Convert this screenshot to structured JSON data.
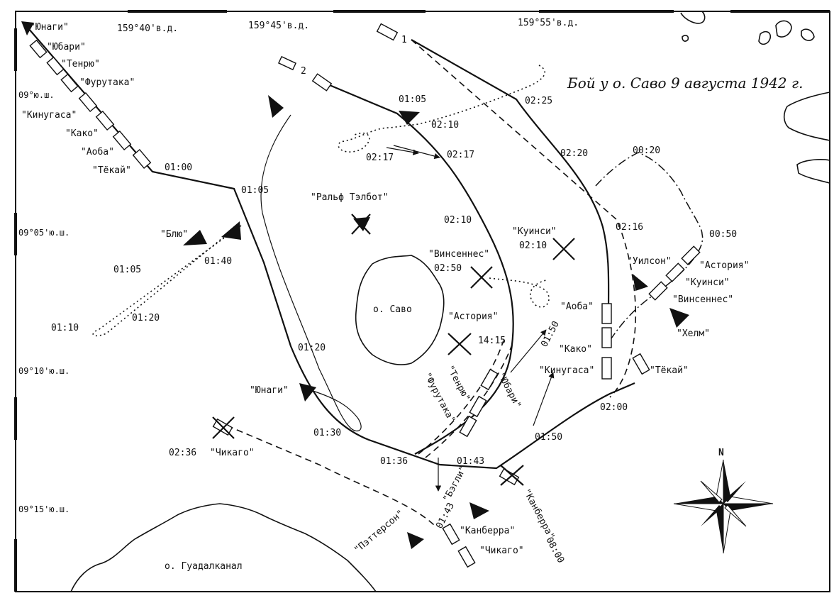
{
  "title": "Бой у о. Саво 9 августа 1942 г.",
  "longitudes": [
    "159°40'в.д.",
    "159°45'в.д.",
    "159°55'в.д."
  ],
  "latitudes": [
    "09°ю.ш.",
    "09°05'ю.ш.",
    "09°10'ю.ш.",
    "09°15'ю.ш."
  ],
  "islands": {
    "savo": "о. Саво",
    "guadalcanal": "о. Гуадалканал"
  },
  "compass": {
    "north": "N"
  },
  "japanese_column": [
    "\"Юнаги\"",
    "\"Юбари\"",
    "\"Тенрю\"",
    "\"Фурутака\"",
    "\"Кинугаса\"",
    "\"Како\"",
    "\"Аоба\"",
    "\"Тёкай\""
  ],
  "allied_ships": {
    "ralph_talbot": "\"Ральф Тэлбот\"",
    "blue": "\"Блю\"",
    "quincy_sunk": "\"Куинси\"",
    "vincennes_sunk": "\"Винсеннес\"",
    "astoria_sunk": "\"Астория\"",
    "wilson": "\"Уилсон\"",
    "astoria": "\"Астория\"",
    "quincy": "\"Куинси\"",
    "vincennes": "\"Винсеннес\"",
    "helm": "\"Хелм\"",
    "chicago_top": "\"Чикаго\"",
    "bagley": "\"Бэгли\"",
    "canberra": "\"Канберра\"",
    "chicago_bottom": "\"Чикаго\"",
    "patterson": "\"Пэттерсон\"",
    "canberra_sunk": "\"Канберра\""
  },
  "japanese_labels": {
    "aoba": "\"Аоба\"",
    "kako": "\"Како\"",
    "kinugasa": "\"Кинугаса\"",
    "chokai": "\"Тёкай\"",
    "tenryu": "\"Тенрю\"",
    "yubari": "\"Юбари\"",
    "furutaka": "\"Фурутака\"",
    "yunagi": "\"Юнаги\""
  },
  "group_numbers": [
    "1",
    "2"
  ],
  "times": {
    "t0100": "01:00",
    "t0105a": "01:05",
    "t0105b": "01:05",
    "t0105c": "01:05",
    "t0110": "01:10",
    "t0120a": "01:20",
    "t0120b": "01:20",
    "t0130": "01:30",
    "t0136": "01:36",
    "t0140": "01:40",
    "t0143a": "01:43",
    "t0143b": "01:43",
    "t0150a": "01:50",
    "t0150b": "01:50",
    "t0200": "02:00",
    "t0210a": "02:10",
    "t0210b": "02:10",
    "t0210c": "02:10",
    "t0216": "02:16",
    "t0217a": "02:17",
    "t0217b": "02:17",
    "t0220": "02:20",
    "t0225": "02:25",
    "t0236": "02:36",
    "t0250": "02:50",
    "t0020": "00:20",
    "t0050": "00:50",
    "t1415": "14:15",
    "t0800": "08:00"
  }
}
